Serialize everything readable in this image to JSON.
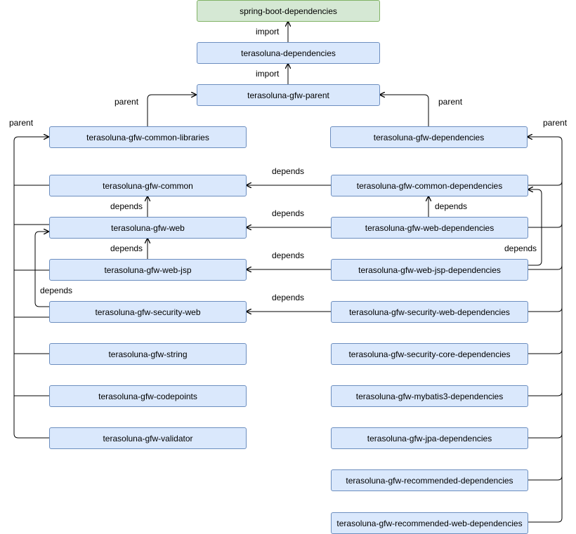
{
  "nodes": {
    "spring_boot_dependencies": "spring-boot-dependencies",
    "terasoluna_dependencies": "terasoluna-dependencies",
    "terasoluna_gfw_parent": "terasoluna-gfw-parent",
    "terasoluna_gfw_common_libraries": "terasoluna-gfw-common-libraries",
    "terasoluna_gfw_dependencies": "terasoluna-gfw-dependencies",
    "terasoluna_gfw_common": "terasoluna-gfw-common",
    "terasoluna_gfw_web": "terasoluna-gfw-web",
    "terasoluna_gfw_web_jsp": "terasoluna-gfw-web-jsp",
    "terasoluna_gfw_security_web": "terasoluna-gfw-security-web",
    "terasoluna_gfw_string": "terasoluna-gfw-string",
    "terasoluna_gfw_codepoints": "terasoluna-gfw-codepoints",
    "terasoluna_gfw_validator": "terasoluna-gfw-validator",
    "terasoluna_gfw_common_dependencies": "terasoluna-gfw-common-dependencies",
    "terasoluna_gfw_web_dependencies": "terasoluna-gfw-web-dependencies",
    "terasoluna_gfw_web_jsp_dependencies": "terasoluna-gfw-web-jsp-dependencies",
    "terasoluna_gfw_security_web_dependencies": "terasoluna-gfw-security-web-dependencies",
    "terasoluna_gfw_security_core_dependencies": "terasoluna-gfw-security-core-dependencies",
    "terasoluna_gfw_mybatis3_dependencies": "terasoluna-gfw-mybatis3-dependencies",
    "terasoluna_gfw_jpa_dependencies": "terasoluna-gfw-jpa-dependencies",
    "terasoluna_gfw_recommended_dependencies": "terasoluna-gfw-recommended-dependencies",
    "terasoluna_gfw_recommended_web_dependencies": "terasoluna-gfw-recommended-web-dependencies"
  },
  "edge_labels": {
    "import": "import",
    "parent": "parent",
    "depends": "depends"
  },
  "colors": {
    "node_fill": "#dae8fc",
    "node_border": "#6c8ebf",
    "root_fill": "#d5e8d4",
    "root_border": "#82b366",
    "edge": "#000000"
  }
}
